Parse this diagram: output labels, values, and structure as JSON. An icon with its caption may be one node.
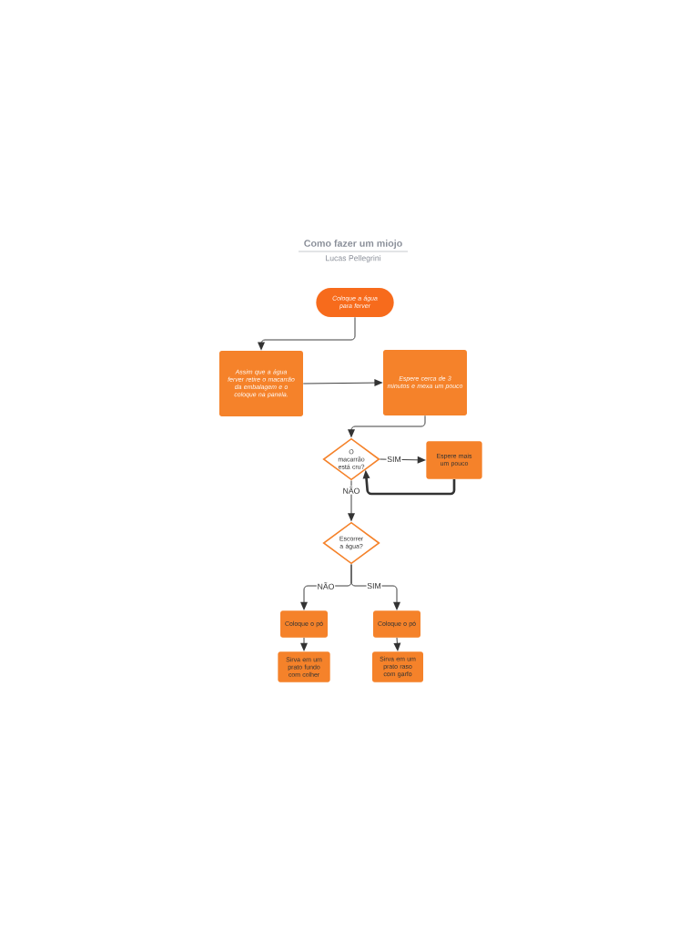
{
  "diagram": {
    "title": "Como fazer um miojo",
    "nodes": [
      {
        "text": [
          "Coloque a água para ferver"
        ]
      },
      {
        "text": [
          "Assim que a água ferver retire o macarrão da embalagem e o coloque na panela."
        ]
      },
      {
        "text": [
          "Espere cerca de 3 minutos e mexa um pouco"
        ]
      },
      {
        "text": [
          "O macarrão está cru?"
        ]
      },
      {
        "text": [
          "Espere mais um pouco"
        ]
      },
      {
        "text": [
          "Escorrer a água?"
        ]
      },
      {
        "text": [
          "Coloque o pó"
        ]
      },
      {
        "text": [
          "Coloque o pó"
        ]
      },
      {
        "text": [
          "Sirva em um prato fundo com colher"
        ]
      },
      {
        "text": [
          "Sirva em um prato raso com garfo"
        ]
      }
    ],
    "edges": [
      {
        "from": 0,
        "to": 1,
        "arrow": "to"
      },
      {
        "from": 1,
        "to": 2,
        "arrow": "to"
      },
      {
        "from": 2,
        "to": 3,
        "arrow": "to"
      },
      {
        "from": 3,
        "to": 4,
        "arrow": "to",
        "label": "SIM"
      },
      {
        "from": 4,
        "to": 3,
        "arrow": "to",
        "style": "thick"
      },
      {
        "from": 3,
        "to": 5,
        "arrow": "to",
        "label": "NÃO"
      },
      {
        "from": 5,
        "to": 6,
        "arrow": "to",
        "label": "NÃO"
      },
      {
        "from": 5,
        "to": 7,
        "arrow": "to",
        "label": "SIM"
      },
      {
        "from": 6,
        "to": 8,
        "arrow": "to"
      },
      {
        "from": 7,
        "to": 9,
        "arrow": "to"
      }
    ],
    "labels": [
      "Lucas Pellegrini"
    ]
  }
}
